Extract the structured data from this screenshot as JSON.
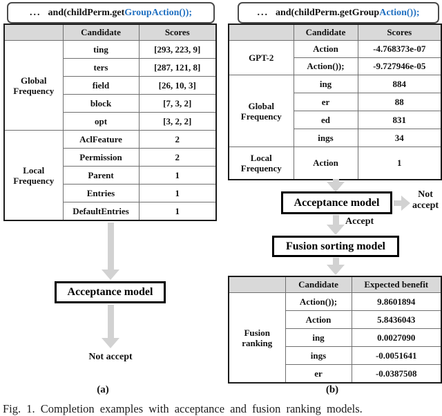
{
  "accent_blue": "#1f6fc0",
  "panel_a": {
    "code": {
      "dots": "...",
      "prefix": "and(childPerm.get",
      "highlight": "GroupAction());"
    },
    "table": {
      "header_candidate": "Candidate",
      "header_scores": "Scores",
      "groups": [
        {
          "label": "Global Frequency",
          "rows": [
            [
              "ting",
              "[293, 223, 9]"
            ],
            [
              "ters",
              "[287, 121, 8]"
            ],
            [
              "field",
              "[26, 10, 3]"
            ],
            [
              "block",
              "[7, 3, 2]"
            ],
            [
              "opt",
              "[3, 2, 2]"
            ]
          ]
        },
        {
          "label": "Local Frequency",
          "rows": [
            [
              "AclFeature",
              "2"
            ],
            [
              "Permission",
              "2"
            ],
            [
              "Parent",
              "1"
            ],
            [
              "Entries",
              "1"
            ],
            [
              "DefaultEntries",
              "1"
            ]
          ]
        }
      ]
    },
    "acceptance_label": "Acceptance model",
    "result_label": "Not accept",
    "panel_label": "(a)"
  },
  "panel_b": {
    "code": {
      "dots": "...",
      "prefix": "and(childPerm.getGroup",
      "highlight": "Action());"
    },
    "table": {
      "header_candidate": "Candidate",
      "header_scores": "Scores",
      "groups": [
        {
          "label": "GPT-2",
          "rows": [
            [
              "Action",
              "-4.768373e-07"
            ],
            [
              "Action());",
              "-9.727946e-05"
            ]
          ]
        },
        {
          "label": "Global Frequency",
          "rows": [
            [
              "ing",
              "884"
            ],
            [
              "er",
              "88"
            ],
            [
              "ed",
              "831"
            ],
            [
              "ings",
              "34"
            ]
          ]
        },
        {
          "label": "Local Frequency",
          "rows": [
            [
              "Action",
              "1"
            ]
          ]
        }
      ]
    },
    "acceptance_label": "Acceptance model",
    "not_accept_line1": "Not",
    "not_accept_line2": "accept",
    "accept_label": "Accept",
    "fusion_label": "Fusion sorting model",
    "fusion_table": {
      "header_candidate": "Candidate",
      "header_benefit": "Expected benefit",
      "group_label": "Fusion ranking",
      "rows": [
        [
          "Action());",
          "9.8601894"
        ],
        [
          "Action",
          "5.8436043"
        ],
        [
          "ing",
          "0.0027090"
        ],
        [
          "ings",
          "-0.0051641"
        ],
        [
          "er",
          "-0.0387508"
        ]
      ]
    },
    "panel_label": "(b)"
  },
  "caption": "Fig. 1.  Completion examples with acceptance and fusion ranking models."
}
